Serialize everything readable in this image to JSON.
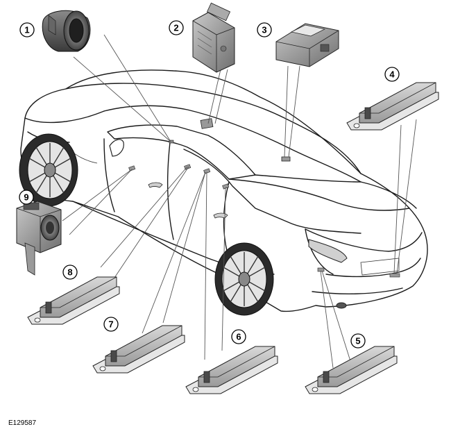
{
  "figure_code": "E129587",
  "callouts": [
    "1",
    "2",
    "3",
    "4",
    "5",
    "6",
    "7",
    "8",
    "9"
  ],
  "components": {
    "1": "parking-aid-sensor",
    "2": "control-module",
    "3": "receiver-module",
    "4": "antenna",
    "5": "antenna",
    "6": "antenna",
    "7": "antenna",
    "8": "antenna",
    "9": "sounder"
  }
}
